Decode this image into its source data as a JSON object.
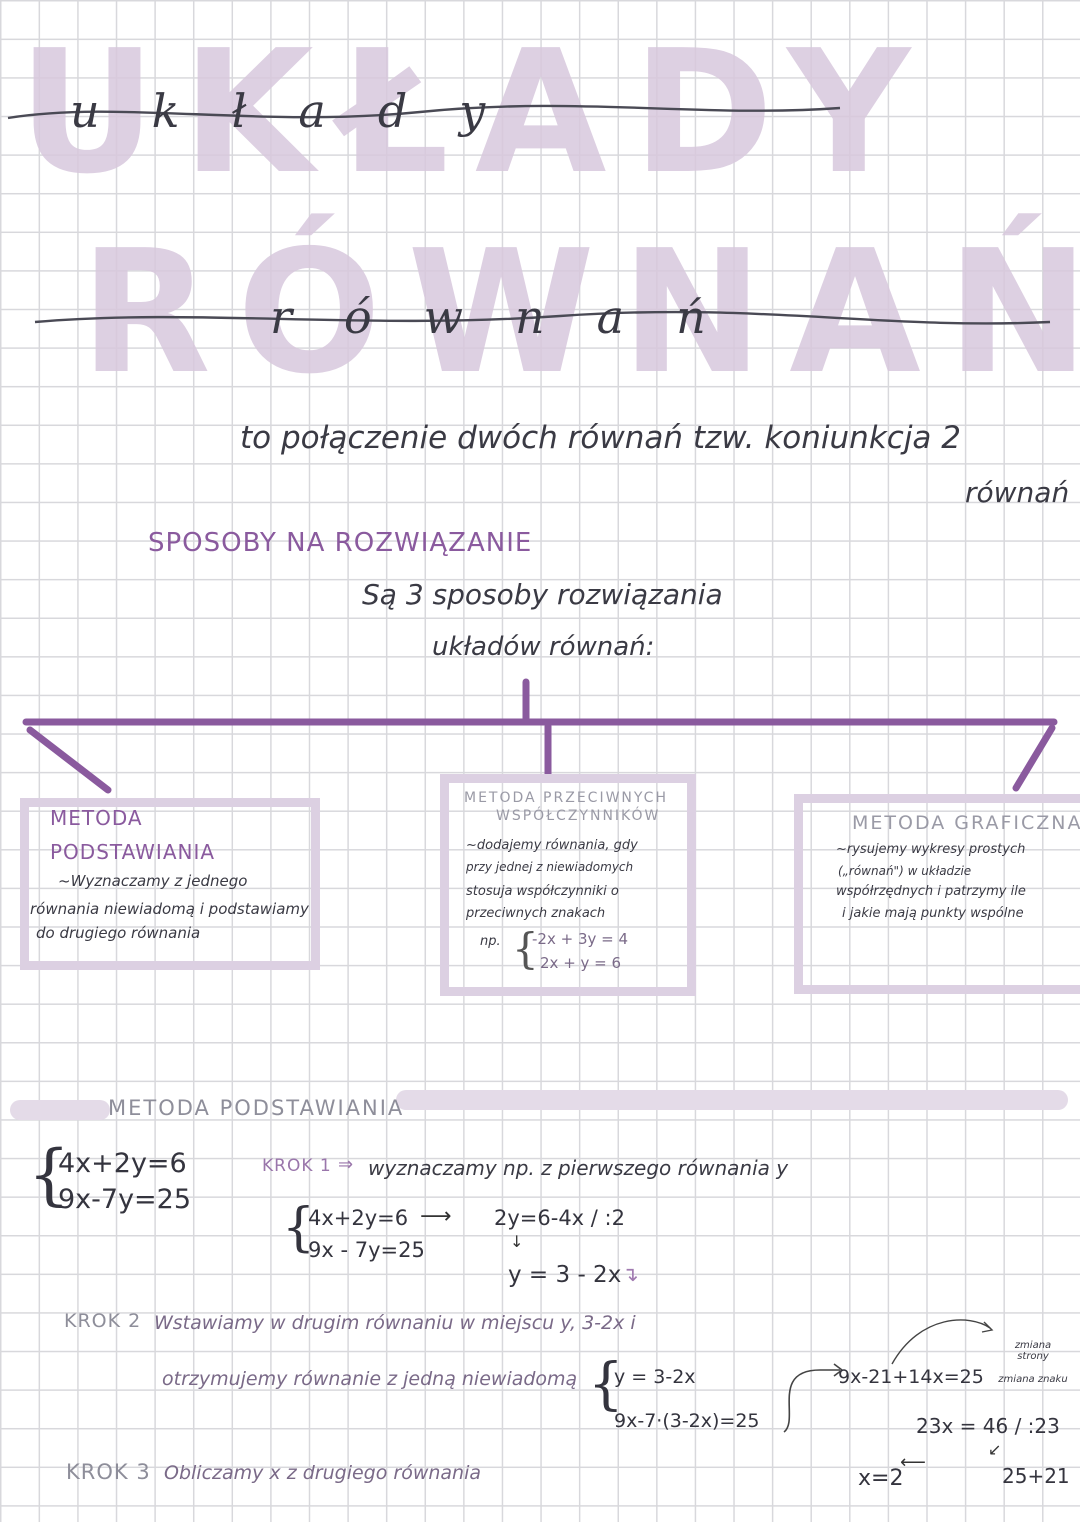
{
  "title": {
    "bg_line1": "UKŁADY",
    "bg_line2": "RÓWNAŃ",
    "script_line1": "układy",
    "script_line2": "równań"
  },
  "definition": {
    "line1": "to połączenie dwóch równań tzw. koniunkcja 2",
    "line2": "równań"
  },
  "methods_heading": "SPOSOBY NA ROZWIĄZANIE",
  "intro": {
    "line1": "Są 3 sposoby rozwiązania",
    "line2": "układów równań:"
  },
  "methods": [
    {
      "title_line1": "METODA",
      "title_line2": "PODSTAWIANIA",
      "desc": [
        "~Wyznaczamy z jednego",
        "równania niewiadomą i podstawiamy",
        "do drugiego równania"
      ]
    },
    {
      "title_line1": "METODA PRZECIWNYCH",
      "title_line2": "WSPÓŁCZYNNIKÓW",
      "desc": [
        "~dodajemy równania, gdy",
        "przy jednej z niewiadomych",
        "stosuja współczynniki o",
        "przeciwnych znakach"
      ],
      "example_label": "np.",
      "example_eq1": "-2x + 3y = 4",
      "example_eq2": "2x + y = 6"
    },
    {
      "title_line1": "METODA GRAFICZNA",
      "desc": [
        "~rysujemy wykresy prostych",
        "(„równań\") w układzie",
        "współrzędnych i patrzymy ile",
        "i jakie mają punkty wspólne"
      ]
    }
  ],
  "substitution": {
    "heading": "METODA PODSTAWIANIA",
    "system_eq1": "4x+2y=6",
    "system_eq2": "9x-7y=25",
    "step1_label": "KROK 1",
    "step1_text": "wyznaczamy np. z pierwszego równania y",
    "step1_eq1": "4x+2y=6",
    "step1_eq2": "9x - 7y=25",
    "step1_result1": "2y=6-4x  / :2",
    "step1_result2": "y = 3 - 2x",
    "step2_label": "KROK 2",
    "step2_text1": "Wstawiamy w drugim równaniu w miejscu y, 3-2x i",
    "step2_text2": "otrzymujemy równanie z jedną niewiadomą",
    "step2_eq1": "y = 3-2x",
    "step2_eq2": "9x-7·(3-2x)=25",
    "step2_calc1": "9x-21+14x=25",
    "step2_calc2": "23x = 46  / :23",
    "step2_note1": "zmiana strony",
    "step2_note2": "zmiana znaku",
    "step2_result_x": "x=2",
    "step2_side": "25+21",
    "step3_label": "KROK 3",
    "step3_text": "Obliczamy x z drugiego równania"
  },
  "colors": {
    "accent": "#8a5a9e",
    "box": "#dcd0e2",
    "bg_title": "#d8c8dd",
    "grid": "#d8d8dc",
    "ink": "#34343e"
  }
}
